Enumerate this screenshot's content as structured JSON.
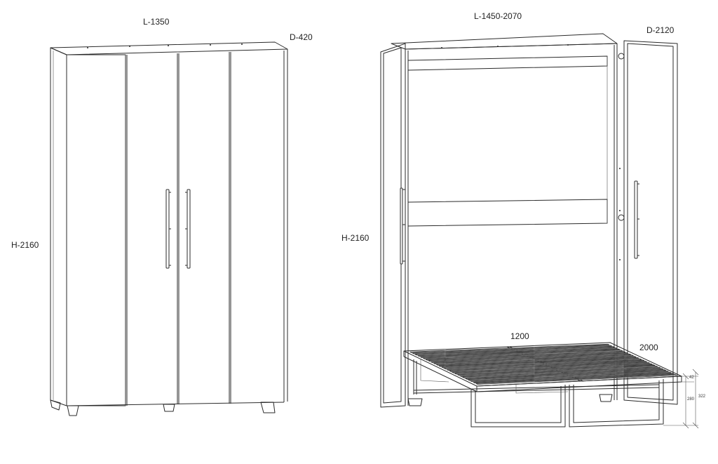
{
  "wardrobe": {
    "width_label": "L-1350",
    "depth_label": "D-420",
    "height_label": "H-2160"
  },
  "bed": {
    "width_label": "L-1450-2070",
    "depth_label": "D-2120",
    "height_label": "H-2160",
    "mattress_width_label": "1200",
    "mattress_length_label": "2000",
    "dim_42": "42",
    "dim_280": "280",
    "dim_322": "322"
  },
  "colors": {
    "line": "#2b2b2b",
    "background": "#ffffff"
  }
}
